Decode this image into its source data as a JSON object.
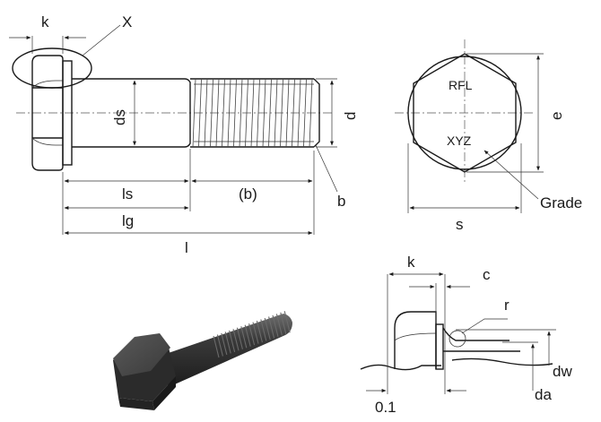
{
  "labels": {
    "k_top": "k",
    "x_detail": "X",
    "ds": "ds",
    "d": "d",
    "ls": "ls",
    "b_paren": "(b)",
    "b": "b",
    "lg": "lg",
    "l": "l",
    "rfl": "RFL",
    "xyz": "XYZ",
    "grade": "Grade",
    "e": "e",
    "s": "s",
    "k_detail": "k",
    "c": "c",
    "r": "r",
    "dw": "dw",
    "da": "da",
    "offset": "0.1"
  },
  "colors": {
    "line": "#1a1a1a",
    "bolt_dark": "#2b2b2b",
    "bolt_mid": "#4a4a4a",
    "bolt_light": "#6e6e6e"
  }
}
